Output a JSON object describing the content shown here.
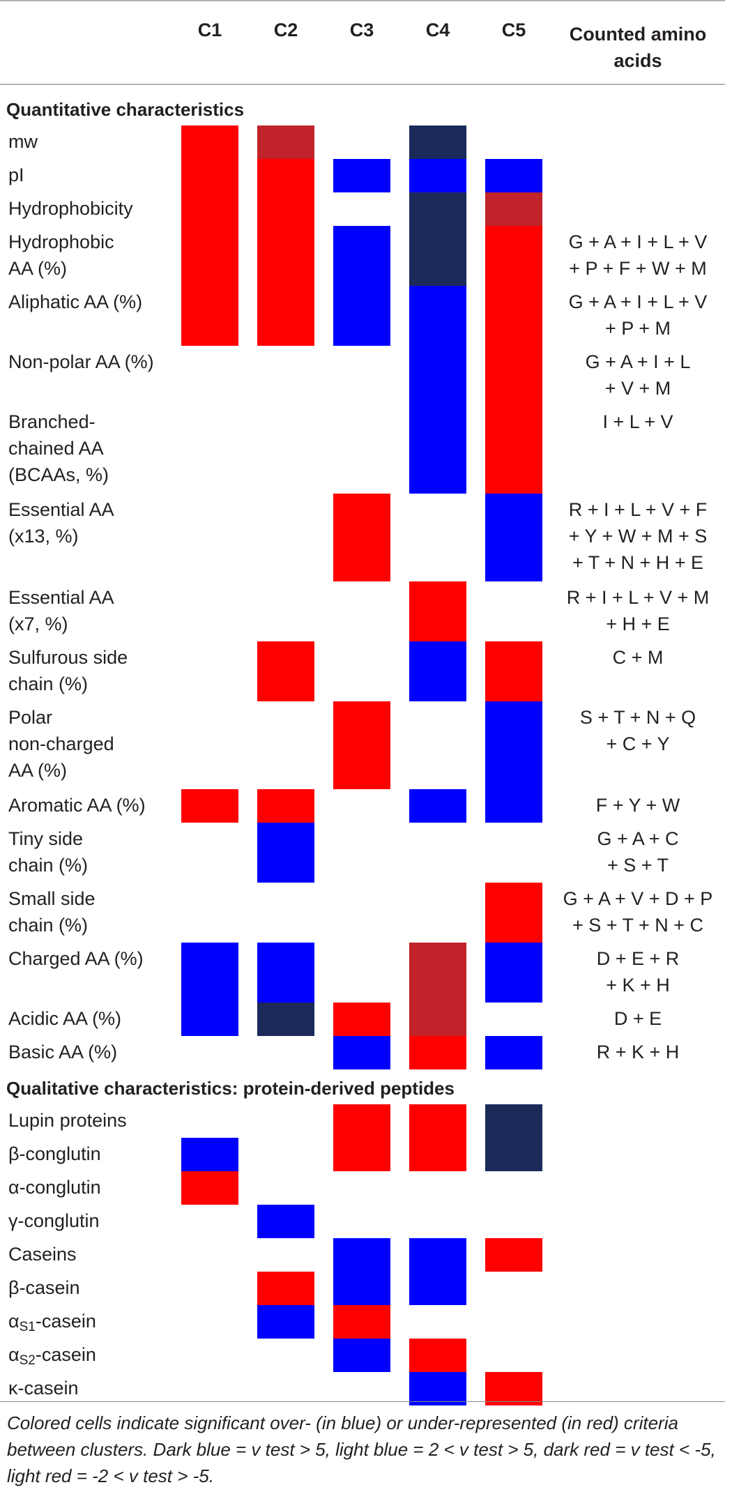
{
  "colors": {
    "light_blue": "#0000ff",
    "dark_blue": "#1c2a5a",
    "light_red": "#ff0000",
    "dark_red": "#c0232a"
  },
  "headers": [
    "C1",
    "C2",
    "C3",
    "C4",
    "C5",
    "Counted amino\nacids"
  ],
  "sections": {
    "quantitative": "Quantitative characteristics",
    "qualitative": "Qualitative characteristics: protein-derived peptides"
  },
  "rows": [
    {
      "label": "mw",
      "counted": "",
      "cells": [
        "R",
        "DR",
        "",
        "DB",
        ""
      ]
    },
    {
      "label": "pI",
      "counted": "",
      "cells": [
        "R",
        "R",
        "B",
        "B",
        "B"
      ]
    },
    {
      "label": "Hydrophobicity",
      "counted": "",
      "cells": [
        "R",
        "R",
        "",
        "DB",
        "DR"
      ]
    },
    {
      "label": "Hydrophobic\nAA (%)",
      "counted": "G + A + I + L + V\n+ P + F + W + M",
      "cells": [
        "R",
        "R",
        "B",
        "DB",
        "R"
      ]
    },
    {
      "label": "Aliphatic AA (%)",
      "counted": "G + A + I + L + V\n+ P + M",
      "cells": [
        "R",
        "R",
        "B",
        "B",
        "R"
      ]
    },
    {
      "label": "Non-polar AA (%)",
      "counted": "G + A + I + L\n+ V + M",
      "cells": [
        "",
        "",
        "",
        "B",
        "R"
      ]
    },
    {
      "label": "Branched-\nchained AA\n(BCAAs, %)",
      "counted": "I + L + V",
      "cells": [
        "",
        "",
        "",
        "B",
        "R"
      ]
    },
    {
      "label": "Essential AA\n(x13, %)",
      "counted": "R + I + L + V + F\n+ Y + W + M + S\n+ T + N + H + E",
      "cells": [
        "",
        "",
        "R",
        "",
        "B"
      ]
    },
    {
      "label": "Essential AA\n(x7, %)",
      "counted": "R + I + L + V + M\n+ H + E",
      "cells": [
        "",
        "",
        "",
        "R",
        ""
      ]
    },
    {
      "label": "Sulfurous side\nchain (%)",
      "counted": "C + M",
      "cells": [
        "",
        "R",
        "",
        "B",
        "R"
      ]
    },
    {
      "label": "Polar\nnon-charged\nAA (%)",
      "counted": "S + T + N + Q\n+ C + Y",
      "cells": [
        "",
        "",
        "R",
        "",
        "B"
      ]
    },
    {
      "label": "Aromatic AA (%)",
      "counted": "F + Y + W",
      "cells": [
        "R",
        "R",
        "",
        "B",
        "B"
      ]
    },
    {
      "label": "Tiny side\nchain (%)",
      "counted": "G + A + C\n+ S + T",
      "cells": [
        "",
        "B",
        "",
        "",
        ""
      ]
    },
    {
      "label": "Small side\nchain (%)",
      "counted": "G + A + V + D + P\n+ S + T + N + C",
      "cells": [
        "",
        "",
        "",
        "",
        "R"
      ]
    },
    {
      "label": "Charged AA (%)",
      "counted": "D + E + R\n+ K + H",
      "cells": [
        "B",
        "B",
        "",
        "DR",
        "B"
      ]
    },
    {
      "label": "Acidic AA (%)",
      "counted": "D + E",
      "cells": [
        "B",
        "DB",
        "R",
        "DR",
        ""
      ]
    },
    {
      "label": "Basic AA (%)",
      "counted": "R + K + H",
      "cells": [
        "",
        "",
        "B",
        "R",
        "B"
      ]
    },
    {
      "label": "Lupin proteins",
      "counted": "",
      "cells": [
        "",
        "",
        "R",
        "R",
        "DB"
      ]
    },
    {
      "label": "β-conglutin",
      "counted": "",
      "cells": [
        "B",
        "",
        "R",
        "R",
        "DB"
      ]
    },
    {
      "label": "α-conglutin",
      "counted": "",
      "cells": [
        "R",
        "",
        "",
        "",
        ""
      ]
    },
    {
      "label": "γ-conglutin",
      "counted": "",
      "cells": [
        "",
        "B",
        "",
        "",
        ""
      ]
    },
    {
      "label": "Caseins",
      "counted": "",
      "cells": [
        "",
        "",
        "B",
        "B",
        "R"
      ]
    },
    {
      "label": "β-casein",
      "counted": "",
      "cells": [
        "",
        "R",
        "B",
        "B",
        ""
      ]
    },
    {
      "label": "αS1-casein",
      "label_main": "α",
      "label_sub": "S1",
      "label_rest": "-casein",
      "counted": "",
      "cells": [
        "",
        "B",
        "R",
        "",
        ""
      ]
    },
    {
      "label": "αS2-casein",
      "label_main": "α",
      "label_sub": "S2",
      "label_rest": "-casein",
      "counted": "",
      "cells": [
        "",
        "",
        "B",
        "R",
        ""
      ]
    },
    {
      "label": "κ-casein",
      "counted": "",
      "cells": [
        "",
        "",
        "",
        "B",
        "R"
      ]
    }
  ],
  "footnote": "Colored cells indicate significant over- (in blue) or under-represented (in red) criteria between clusters. Dark blue = v test > 5, light blue = 2 < v test > 5, dark red = v test < -5, light red = -2 < v test > -5."
}
